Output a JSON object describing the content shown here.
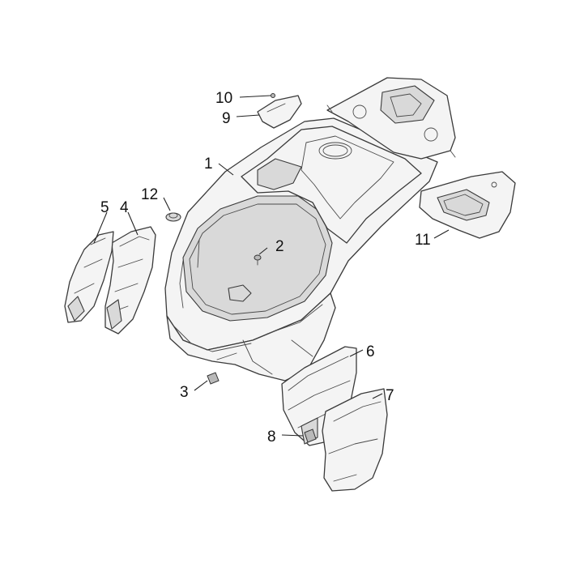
{
  "callouts": {
    "c1": "1",
    "c2": "2",
    "c3": "3",
    "c4": "4",
    "c5": "5",
    "c6": "6",
    "c7": "7",
    "c8": "8",
    "c9": "9",
    "c10": "10",
    "c11": "11",
    "c12": "12"
  },
  "colors": {
    "background": "#ffffff",
    "line": "#3a3a3a",
    "part_fill": "#f4f4f4",
    "text": "#111111"
  }
}
